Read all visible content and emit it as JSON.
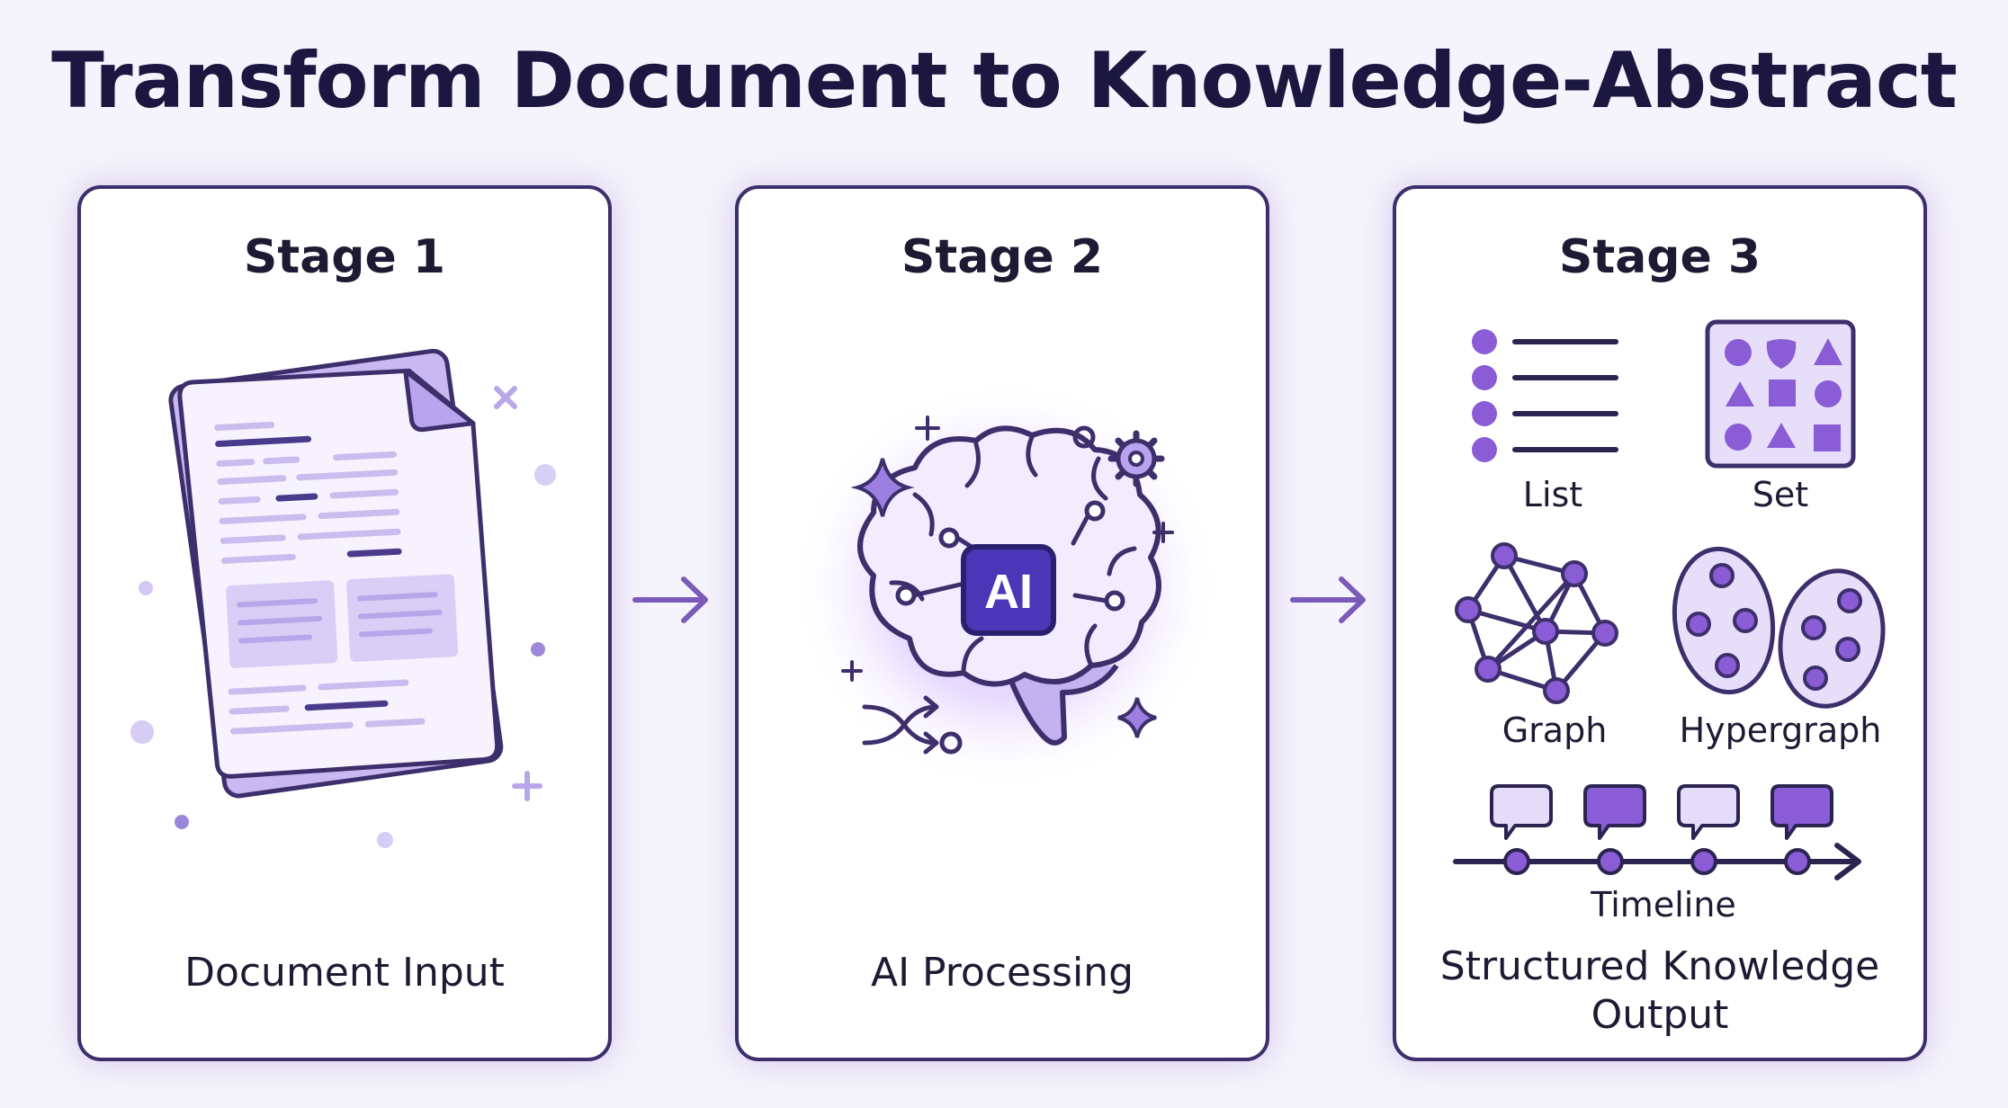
{
  "title": "Transform Document to Knowledge-Abstract",
  "colors": {
    "ink": "#3c2f6b",
    "purple": "#8a5cd6",
    "light_purple": "#e4dcf8",
    "pale": "#f1edfc"
  },
  "stages": [
    {
      "title": "Stage 1",
      "caption": "Document Input",
      "icon": "document-stack-icon"
    },
    {
      "title": "Stage 2",
      "caption": "AI Processing",
      "icon": "ai-brain-icon",
      "badge": "AI"
    },
    {
      "title": "Stage 3",
      "caption_line1": "Structured Knowledge",
      "caption_line2": "Output",
      "structures": {
        "list": "List",
        "set": "Set",
        "graph": "Graph",
        "hypergraph": "Hypergraph",
        "timeline": "Timeline"
      }
    }
  ]
}
